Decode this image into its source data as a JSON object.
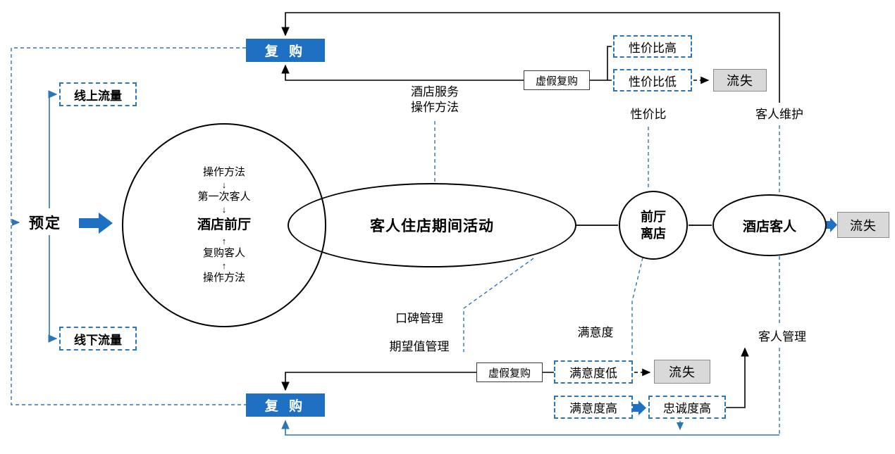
{
  "colors": {
    "accent_blue": "#1E70C2",
    "line_blue": "#2E75B6",
    "churn_gray": "#D9D9D9"
  },
  "nodes": {
    "repurchase_top": {
      "label": "复 购"
    },
    "repurchase_bottom": {
      "label": "复 购"
    },
    "online_traffic": {
      "label": "线上流量"
    },
    "offline_traffic": {
      "label": "线下流量"
    },
    "booking": {
      "label": "预定"
    },
    "front_office_cycle": {
      "method_top": "操作方法",
      "first_time_guest": "第一次客人",
      "front_desk": "酒店前厅",
      "repeat_guest": "复购客人",
      "method_bottom": "操作方法",
      "down_arrow": "↓",
      "up_arrow": "↑"
    },
    "stay_activity": {
      "label": "客人住店期间活动"
    },
    "checkout": {
      "line1": "前厅",
      "line2": "离店"
    },
    "hotel_guest": {
      "label": "酒店客人"
    },
    "churn_right": {
      "label": "流失"
    },
    "churn_top": {
      "label": "流失"
    },
    "churn_bottom": {
      "label": "流失"
    },
    "fake_repurchase_top": {
      "label": "虚假复购"
    },
    "fake_repurchase_bottom": {
      "label": "虚假复购"
    },
    "value_high": {
      "label": "性价比高"
    },
    "value_low": {
      "label": "性价比低"
    },
    "satisfaction_low": {
      "label": "满意度低"
    },
    "satisfaction_high": {
      "label": "满意度高"
    },
    "loyalty_high": {
      "label": "忠诚度高"
    }
  },
  "labels": {
    "hotel_service": "酒店服务",
    "operation_method": "操作方法",
    "value_ratio": "性价比",
    "guest_maintenance": "客人维护",
    "reputation_mgmt": "口碑管理",
    "expectation_mgmt": "期望值管理",
    "satisfaction": "满意度",
    "guest_mgmt": "客人管理"
  }
}
